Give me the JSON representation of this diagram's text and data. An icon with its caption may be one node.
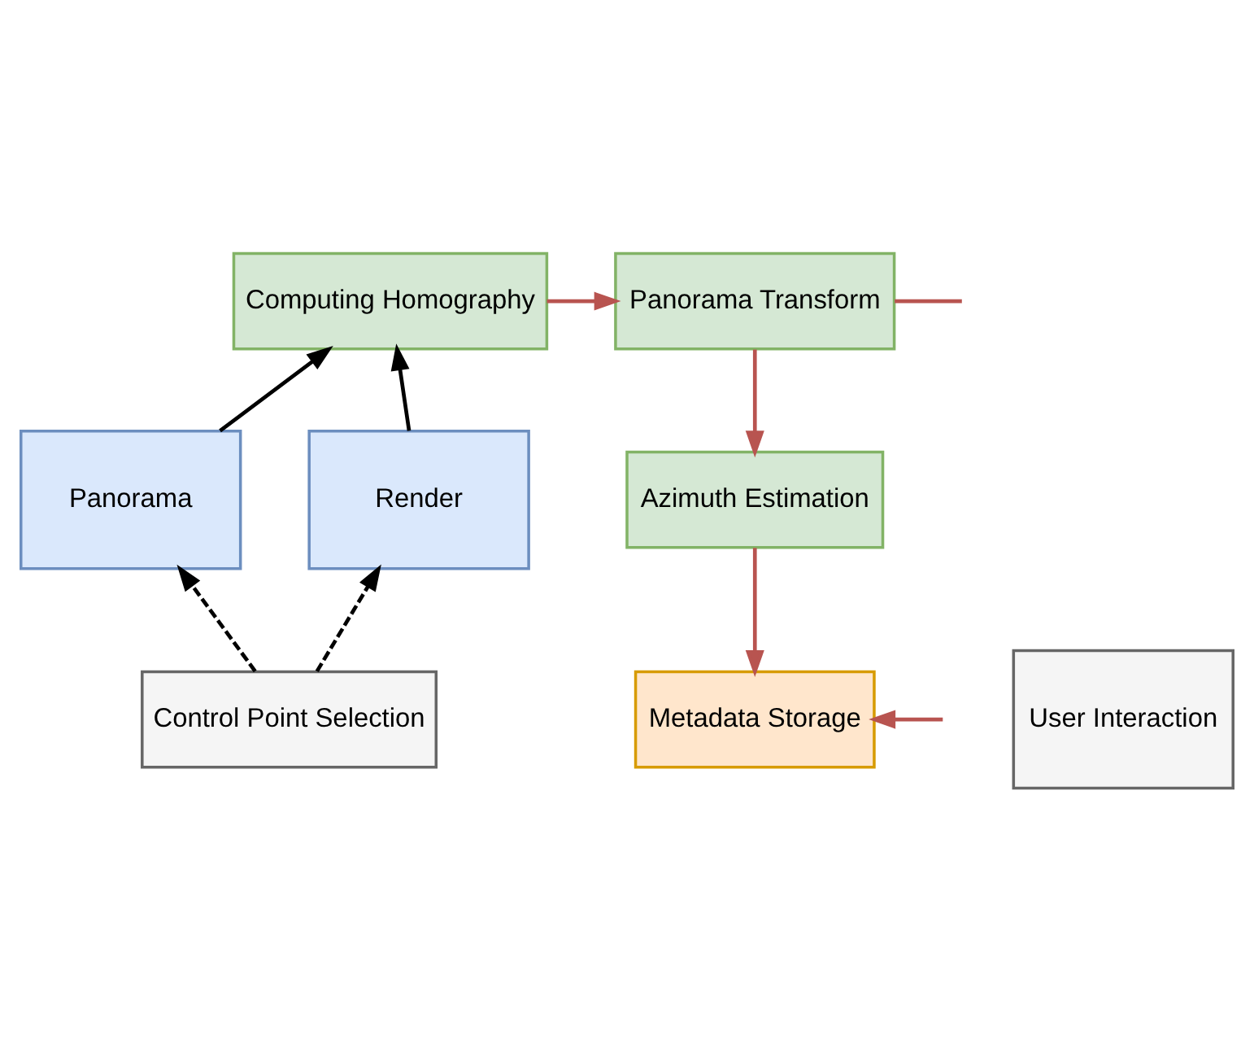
{
  "diagram": {
    "nodes": [
      {
        "text": [
          "Computing Homography"
        ]
      },
      {
        "text": [
          "Panorama Transform"
        ]
      },
      {
        "text": [
          "Panorama"
        ]
      },
      {
        "text": [
          "Render"
        ]
      },
      {
        "text": [
          "Azimuth Estimation"
        ]
      },
      {
        "text": [
          "Metadata Storage"
        ]
      },
      {
        "text": [
          "User Interaction"
        ]
      },
      {
        "text": [
          "Control Point Selection"
        ]
      }
    ],
    "edges": [
      {
        "from": 2,
        "to": 0,
        "arrow": "to",
        "color": "#000000"
      },
      {
        "from": 3,
        "to": 0,
        "arrow": "to",
        "color": "#000000"
      },
      {
        "from": 0,
        "to": 1,
        "arrow": "to"
      },
      {
        "from": 1,
        "to": null,
        "arrow": "none"
      },
      {
        "from": 1,
        "to": 4,
        "arrow": "to"
      },
      {
        "from": 4,
        "to": 5,
        "arrow": "to"
      },
      {
        "from": null,
        "to": 5,
        "arrow": "to"
      },
      {
        "from": 7,
        "to": 2,
        "arrow": "to",
        "style": "dashed",
        "color": "#000000"
      },
      {
        "from": 7,
        "to": 3,
        "arrow": "to",
        "style": "dashed",
        "color": "#000000"
      }
    ]
  }
}
